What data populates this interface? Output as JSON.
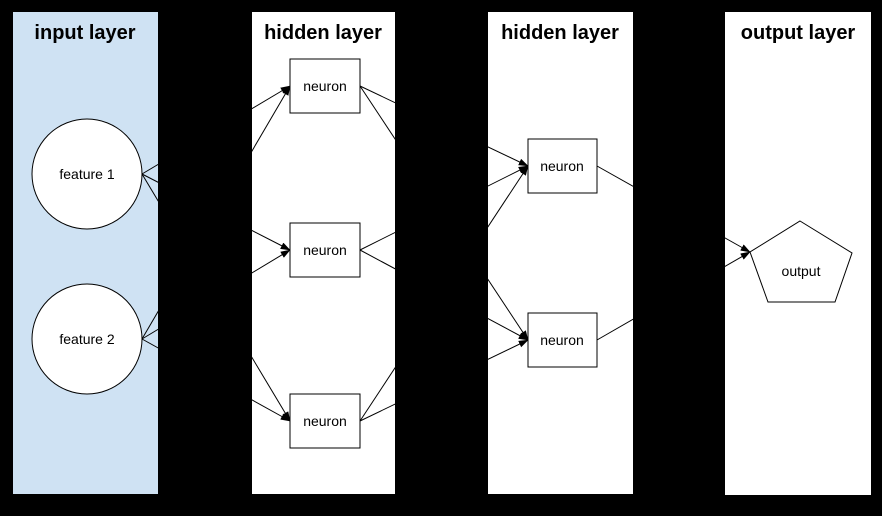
{
  "colors": {
    "background": "#000000",
    "input_panel": "#cfe2f3",
    "panel": "#ffffff",
    "node_fill": "#ffffff",
    "stroke": "#000000"
  },
  "layers": [
    {
      "label": "input layer",
      "node_shape": "circle",
      "nodes": [
        {
          "label": "feature 1"
        },
        {
          "label": "feature 2"
        }
      ]
    },
    {
      "label": "hidden layer",
      "node_shape": "rectangle",
      "nodes": [
        {
          "label": "neuron"
        },
        {
          "label": "neuron"
        },
        {
          "label": "neuron"
        }
      ]
    },
    {
      "label": "hidden layer",
      "node_shape": "rectangle",
      "nodes": [
        {
          "label": "neuron"
        },
        {
          "label": "neuron"
        }
      ]
    },
    {
      "label": "output layer",
      "node_shape": "pentagon",
      "nodes": [
        {
          "label": "output"
        }
      ]
    }
  ],
  "connections": {
    "input_to_hidden1": [
      "feature 1 -> neuron 1",
      "feature 1 -> neuron 2",
      "feature 1 -> neuron 3",
      "feature 2 -> neuron 1",
      "feature 2 -> neuron 2",
      "feature 2 -> neuron 3"
    ],
    "hidden1_to_hidden2": [
      "neuron 1 -> neuron A",
      "neuron 1 -> neuron B",
      "neuron 2 -> neuron A",
      "neuron 2 -> neuron B",
      "neuron 3 -> neuron A",
      "neuron 3 -> neuron B"
    ],
    "hidden2_to_output": [
      "neuron A -> output",
      "neuron B -> output"
    ]
  }
}
